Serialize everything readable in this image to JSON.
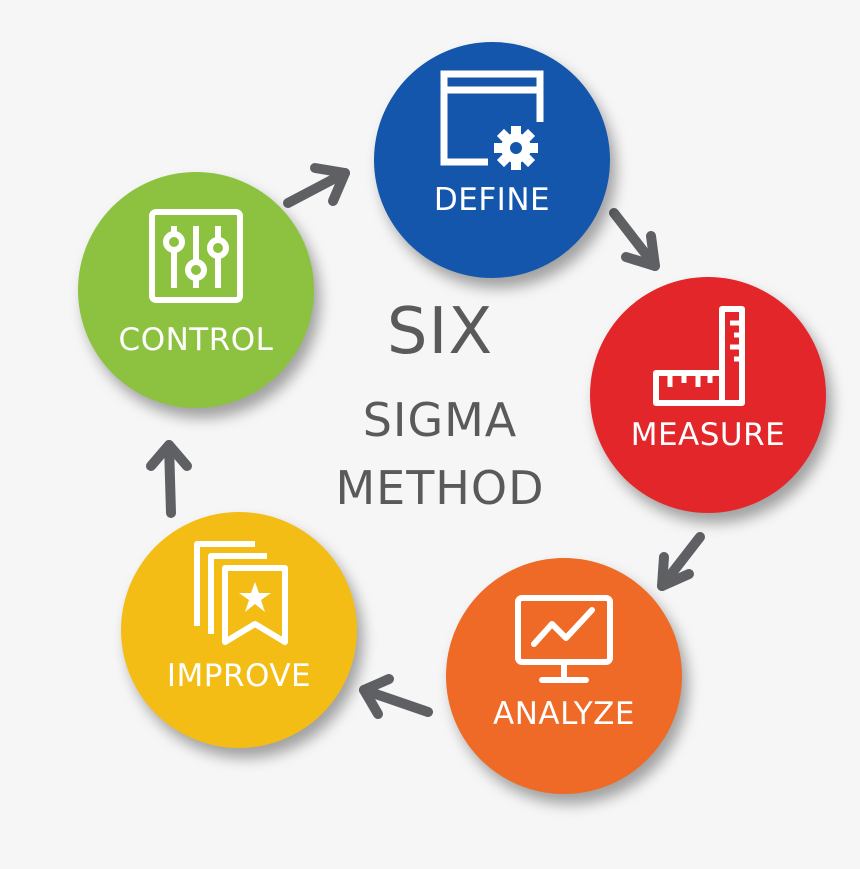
{
  "title": {
    "line1": "SIX",
    "line2": "SIGMA",
    "line3": "METHOD"
  },
  "steps": [
    {
      "label": "DEFINE",
      "color": "#1456ab",
      "icon": "window-gear-icon"
    },
    {
      "label": "MEASURE",
      "color": "#e3262a",
      "icon": "ruler-icon"
    },
    {
      "label": "ANALYZE",
      "color": "#ee6a26",
      "icon": "monitor-chart-icon"
    },
    {
      "label": "IMPROVE",
      "color": "#f3bd16",
      "icon": "star-bookmark-icon"
    },
    {
      "label": "CONTROL",
      "color": "#8cc23f",
      "icon": "sliders-icon"
    }
  ],
  "arrow_color": "#5f6063"
}
